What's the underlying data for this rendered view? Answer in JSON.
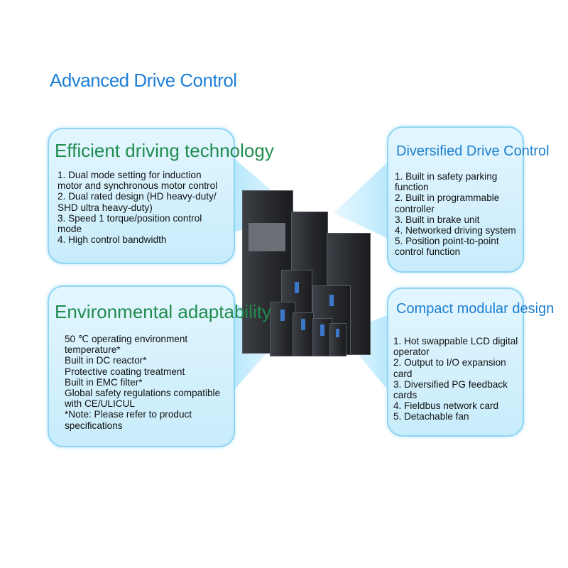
{
  "title": "Advanced Drive Control",
  "colors": {
    "title": "#1f7fd6",
    "green_heading": "#1f8c4e",
    "blue_heading": "#1d7fcf",
    "box_fill": "#d6f1fd",
    "box_border": "#8fd4f2"
  },
  "efficient": {
    "heading": "Efficient driving technology",
    "items": [
      "1. Dual mode setting for induction",
      "motor and synchronous motor control",
      "2. Dual rated design (HD heavy-duty/",
      "SHD ultra heavy-duty)",
      "3. Speed 1 torque/position control",
      "mode",
      "4. High control bandwidth"
    ]
  },
  "diversified": {
    "heading": "Diversified Drive Control",
    "items": [
      "1. Built in safety parking",
      "function",
      "2. Built in programmable",
      "controller",
      "3. Built in brake unit",
      "4. Networked driving system",
      "5. Position point-to-point",
      "control function"
    ]
  },
  "environmental": {
    "heading": "Environmental adaptability",
    "items": [
      "50 ℃ operating environment",
      "temperature*",
      "Built in DC reactor*",
      "Protective coating treatment",
      "Built in EMC filter*",
      "Global safety regulations compatible",
      "with CE/ULICUL",
      "*Note: Please refer to product",
      "specifications"
    ]
  },
  "compact": {
    "heading": "Compact modular design",
    "items": [
      "1. Hot swappable LCD digital",
      "operator",
      "2. Output to I/O expansion",
      "card",
      "3. Diversified PG feedback",
      "cards",
      "4. Fieldbus network card",
      "5. Detachable fan"
    ]
  }
}
